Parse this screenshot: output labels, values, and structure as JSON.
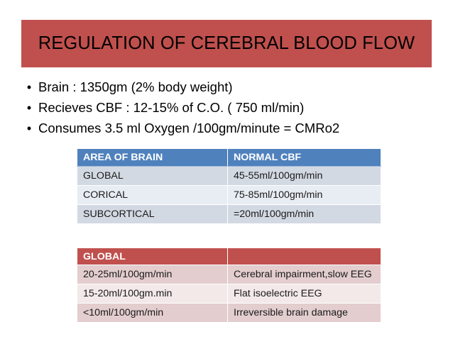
{
  "slide": {
    "title": "REGULATION OF CEREBRAL BLOOD FLOW",
    "title_bg": "#C0504D",
    "bullet_marker": "•",
    "bullets": [
      "Brain : 1350gm (2% body weight)",
      "Recieves CBF : 12-15% of C.O. ( 750 ml/min)",
      "Consumes 3.5 ml Oxygen /100gm/minute = CMRo2"
    ]
  },
  "table_cbf": {
    "accent": "#4F81BD",
    "headers": [
      "AREA OF BRAIN",
      "NORMAL CBF"
    ],
    "rows": [
      [
        "GLOBAL",
        "45-55ml/100gm/min"
      ],
      [
        "CORICAL",
        "75-85ml/100gm/min"
      ],
      [
        "SUBCORTICAL",
        "=20ml/100gm/min"
      ]
    ]
  },
  "table_global": {
    "accent": "#C0504D",
    "headers": [
      "GLOBAL",
      ""
    ],
    "rows": [
      [
        "20-25ml/100gm/min",
        "Cerebral impairment,slow EEG"
      ],
      [
        "15-20ml/100gm.min",
        "Flat isoelectric EEG"
      ],
      [
        "<10ml/100gm/min",
        "Irreversible brain damage"
      ]
    ]
  }
}
